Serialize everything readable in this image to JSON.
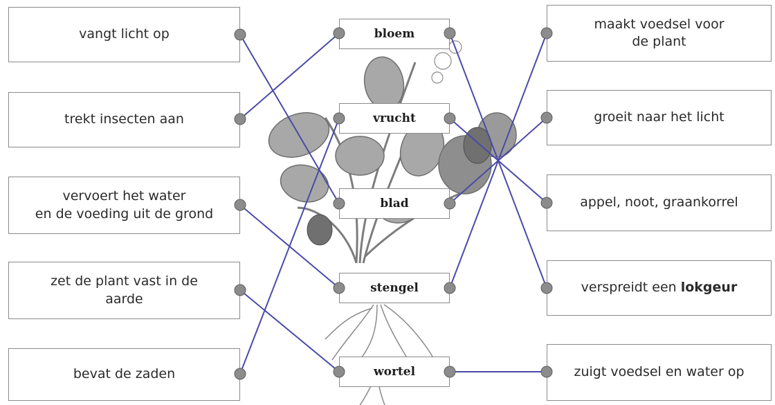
{
  "left_descriptions": [
    {
      "id": "L1",
      "text": "vangt licht op"
    },
    {
      "id": "L2",
      "text": "trekt insecten aan"
    },
    {
      "id": "L3",
      "text": "vervoert het water\nen de voeding uit de grond"
    },
    {
      "id": "L4",
      "text": "zet de plant vast in de\naarde"
    },
    {
      "id": "L5",
      "text": "bevat de zaden"
    }
  ],
  "plant_parts": [
    {
      "id": "M1",
      "text": "bloem"
    },
    {
      "id": "M2",
      "text": "vrucht"
    },
    {
      "id": "M3",
      "text": "blad"
    },
    {
      "id": "M4",
      "text": "stengel"
    },
    {
      "id": "M5",
      "text": "wortel"
    }
  ],
  "right_descriptions": [
    {
      "id": "R1",
      "text": "maakt voedsel voor\nde plant"
    },
    {
      "id": "R2",
      "text": "groeit naar het licht"
    },
    {
      "id": "R3",
      "text": "appel, noot, graankorrel"
    },
    {
      "id": "R4",
      "text": "verspreidt een ",
      "bold": "lokgeur"
    },
    {
      "id": "R5",
      "text": "zuigt voedsel en water op"
    }
  ],
  "connections": [
    [
      "L1",
      "M3"
    ],
    [
      "L2",
      "M1"
    ],
    [
      "L3",
      "M4"
    ],
    [
      "L4",
      "M5"
    ],
    [
      "L5",
      "M2"
    ],
    [
      "M1",
      "R4"
    ],
    [
      "M2",
      "R3"
    ],
    [
      "M3",
      "R2"
    ],
    [
      "M4",
      "R1"
    ],
    [
      "M5",
      "R5"
    ]
  ],
  "colors": {
    "line": "#4a4aa8",
    "dot": "#8c8c8c",
    "border": "#8a8a8a",
    "text": "#2a2a2a"
  }
}
